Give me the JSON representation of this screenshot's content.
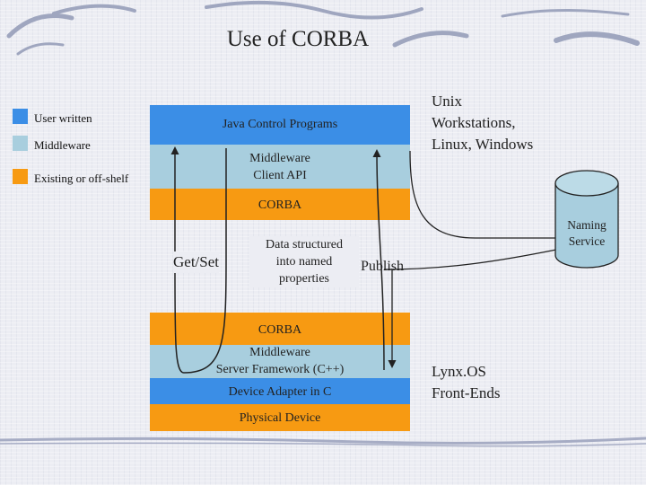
{
  "title": "Use of CORBA",
  "legend": [
    {
      "label": "User written",
      "color": "#3b8ee6"
    },
    {
      "label": "Middleware",
      "color": "#a8cede"
    },
    {
      "label": "Existing or off-shelf",
      "color": "#f79a12"
    }
  ],
  "client_stack": {
    "java_control": "Java Control Programs",
    "middleware_api_line1": "Middleware",
    "middleware_api_line2": "Client API",
    "corba": "CORBA"
  },
  "client_platforms": {
    "line1": "Unix",
    "line2": "Workstations,",
    "line3": "Linux, Windows"
  },
  "naming_service": {
    "line1": "Naming",
    "line2": "Service"
  },
  "middle": {
    "get_set": "Get/Set",
    "data_line1": "Data structured",
    "data_line2": "into named",
    "data_line3": "properties",
    "publish": "Publish"
  },
  "server_stack": {
    "corba": "CORBA",
    "middleware_line1": "Middleware",
    "middleware_line2": "Server Framework (C++)",
    "device_adapter": "Device Adapter in C",
    "physical_device": "Physical Device"
  },
  "server_platforms": {
    "line1": "Lynx.OS",
    "line2": "Front-Ends"
  },
  "colors": {
    "user_written": "#3b8ee6",
    "middleware": "#a8cede",
    "existing": "#f79a12",
    "cylinder": "#a8cede"
  }
}
